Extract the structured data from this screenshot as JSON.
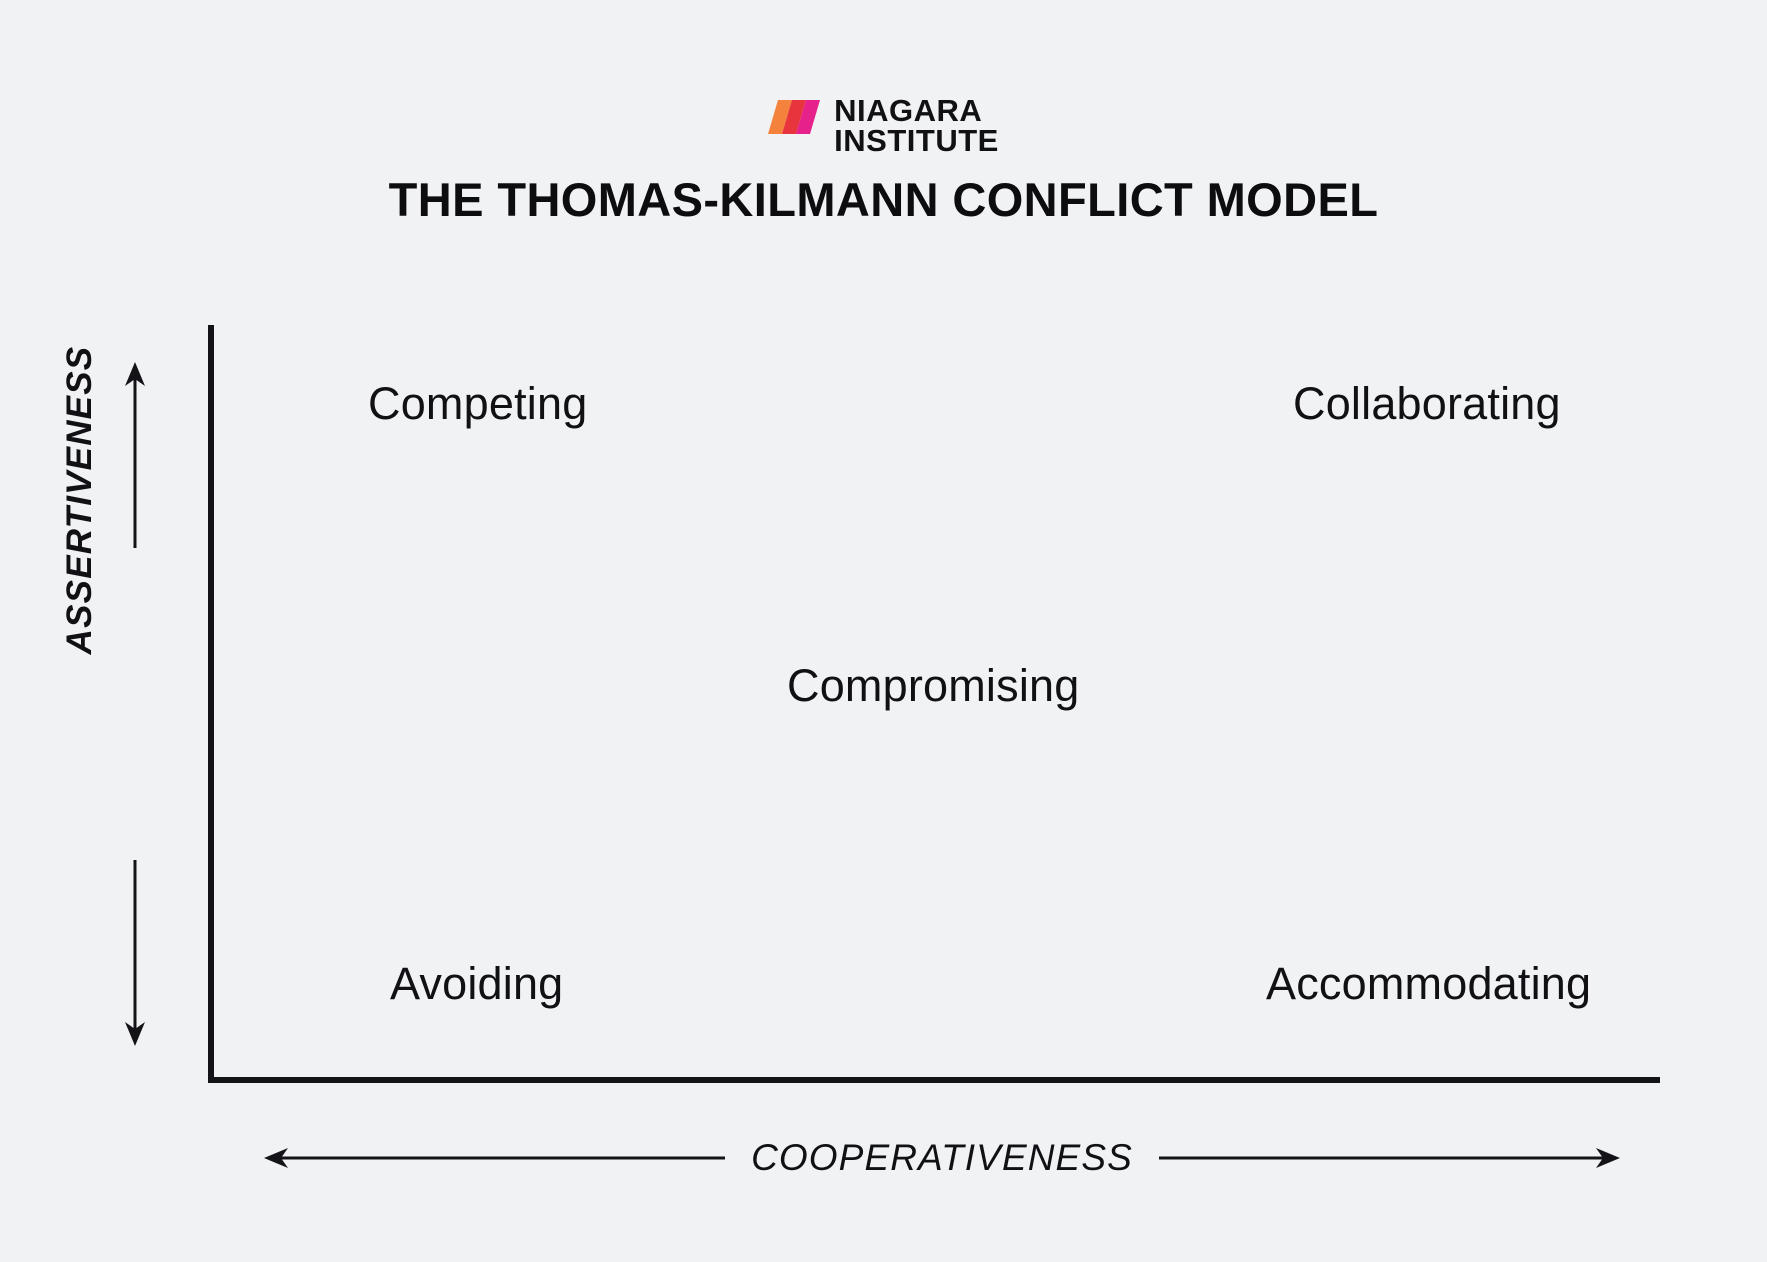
{
  "page": {
    "background_color": "#f1f2f4",
    "text_color": "#111115"
  },
  "brand": {
    "name_line_1": "NIAGARA",
    "name_line_2": "INSTITUTE",
    "mark_name": "niagara-logo-mark",
    "mark_colors": [
      "#F4813C",
      "#E8343C",
      "#E6218C"
    ]
  },
  "header": {
    "title": "THE THOMAS-KILMANN CONFLICT MODEL"
  },
  "axes": {
    "y_label": "ASSERTIVENESS",
    "x_label": "COOPERATIVENESS",
    "line_color": "#141418"
  },
  "chart_data": {
    "type": "scatter",
    "title": "THE THOMAS-KILMANN CONFLICT MODEL",
    "xlabel": "COOPERATIVENESS",
    "ylabel": "ASSERTIVENESS",
    "xlim": [
      0,
      100
    ],
    "ylim": [
      0,
      100
    ],
    "grid": false,
    "legend": "none",
    "annotations": [
      {
        "label": "Competing",
        "x": 13,
        "y": 90,
        "quadrant": "top-left"
      },
      {
        "label": "Collaborating",
        "x": 88,
        "y": 90,
        "quadrant": "top-right"
      },
      {
        "label": "Compromising",
        "x": 50,
        "y": 52,
        "quadrant": "center"
      },
      {
        "label": "Avoiding",
        "x": 14,
        "y": 12,
        "quadrant": "bottom-left"
      },
      {
        "label": "Accommodating",
        "x": 87,
        "y": 12,
        "quadrant": "bottom-right"
      }
    ]
  },
  "modes": {
    "competing": "Competing",
    "collaborating": "Collaborating",
    "compromising": "Compromising",
    "avoiding": "Avoiding",
    "accommodating": "Accommodating"
  }
}
